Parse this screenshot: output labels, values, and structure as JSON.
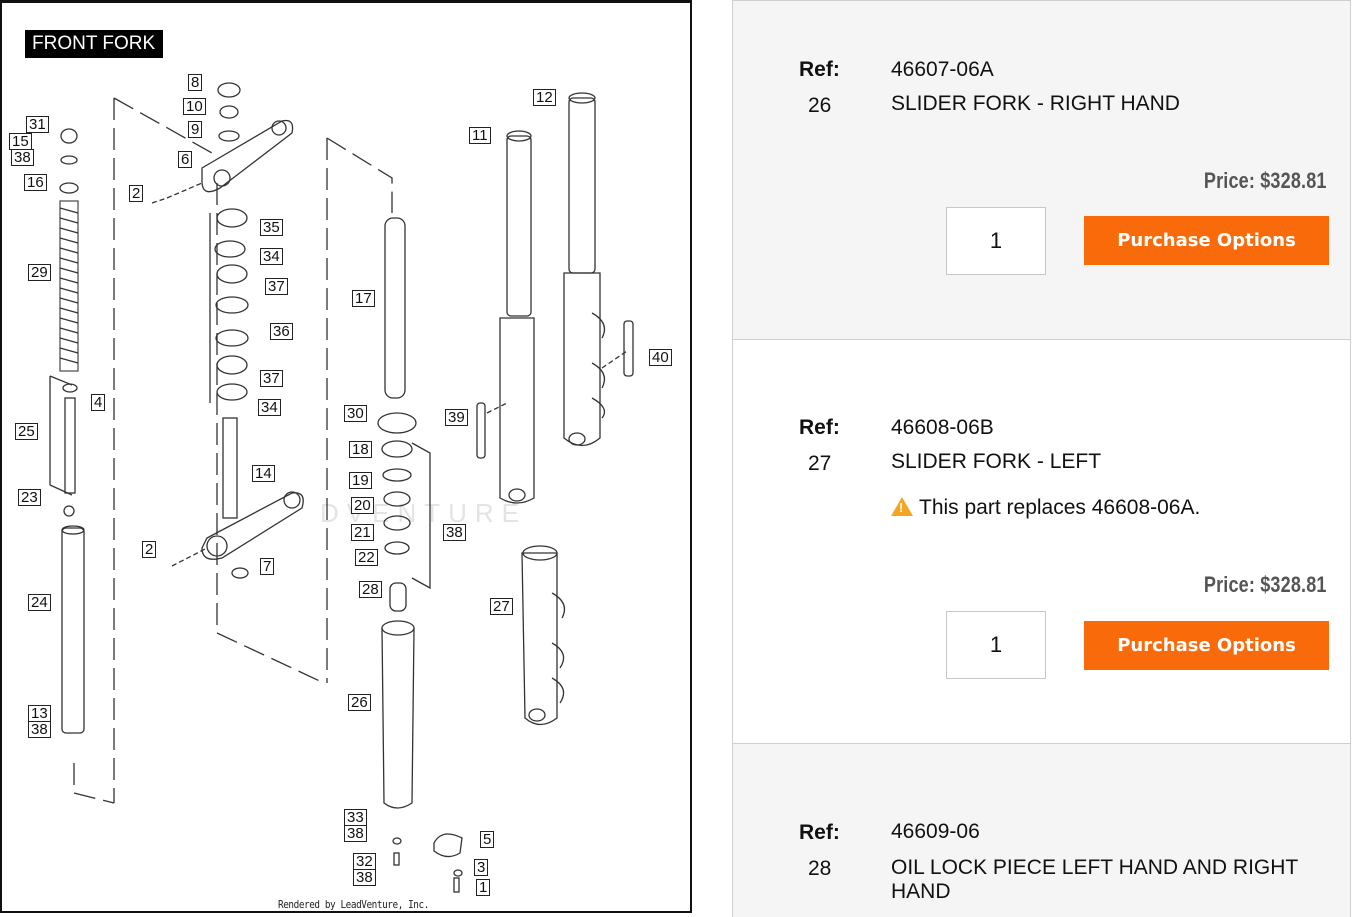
{
  "diagram": {
    "title": "FRONT FORK",
    "credit": "Rendered by LeadVenture, Inc.",
    "watermark": "DVENTURE",
    "callouts": [
      "8",
      "10",
      "9",
      "6",
      "2",
      "31",
      "15",
      "38",
      "16",
      "35",
      "34",
      "37",
      "36",
      "37",
      "34",
      "29",
      "4",
      "25",
      "23",
      "24",
      "13",
      "38",
      "14",
      "2",
      "7",
      "17",
      "11",
      "12",
      "40",
      "39",
      "30",
      "18",
      "19",
      "20",
      "21",
      "22",
      "28",
      "38",
      "27",
      "26",
      "33",
      "38",
      "32",
      "38",
      "5",
      "3",
      "1"
    ]
  },
  "parts": [
    {
      "ref_label": "Ref:",
      "ref_num": "26",
      "part_number": "46607-06A",
      "description": "SLIDER FORK - RIGHT HAND",
      "price": "Price: $328.81",
      "quantity": "1",
      "button_label": "Purchase Options"
    },
    {
      "ref_label": "Ref:",
      "ref_num": "27",
      "part_number": "46608-06B",
      "description": "SLIDER FORK - LEFT",
      "notice": "This part replaces 46608-06A.",
      "notice_icon": "warning-icon",
      "price": "Price: $328.81",
      "quantity": "1",
      "button_label": "Purchase Options"
    },
    {
      "ref_label": "Ref:",
      "ref_num": "28",
      "part_number": "46609-06",
      "description": "OIL LOCK PIECE LEFT HAND AND RIGHT HAND"
    }
  ],
  "colors": {
    "accent": "#f96b0a",
    "warning": "#f4a623",
    "panel_grey": "#f5f5f5"
  }
}
